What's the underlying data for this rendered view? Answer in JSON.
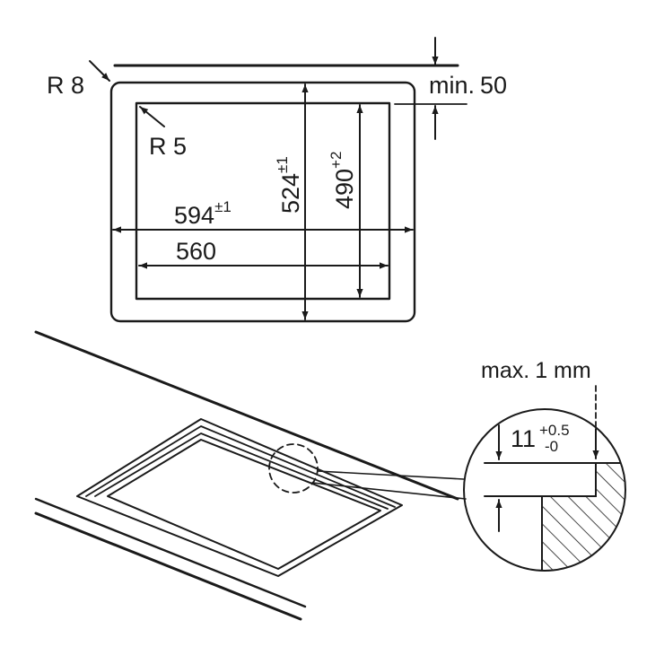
{
  "top_view": {
    "outer_radius": "R 8",
    "inner_radius": "R 5",
    "min_gap": "min.",
    "min_gap_value": "50",
    "outer_width": "594",
    "outer_width_tol": "±1",
    "inner_width": "560",
    "outer_depth": "524",
    "outer_depth_tol": "±1",
    "inner_depth": "490",
    "inner_depth_tol": "+2"
  },
  "detail_view": {
    "max_gap_label": "max.",
    "max_gap_value": "1 mm",
    "depth_value": "11",
    "depth_tol_upper": "+0.5",
    "depth_tol_lower": "-0"
  },
  "colors": {
    "line": "#1a1a1a",
    "background": "#ffffff"
  }
}
